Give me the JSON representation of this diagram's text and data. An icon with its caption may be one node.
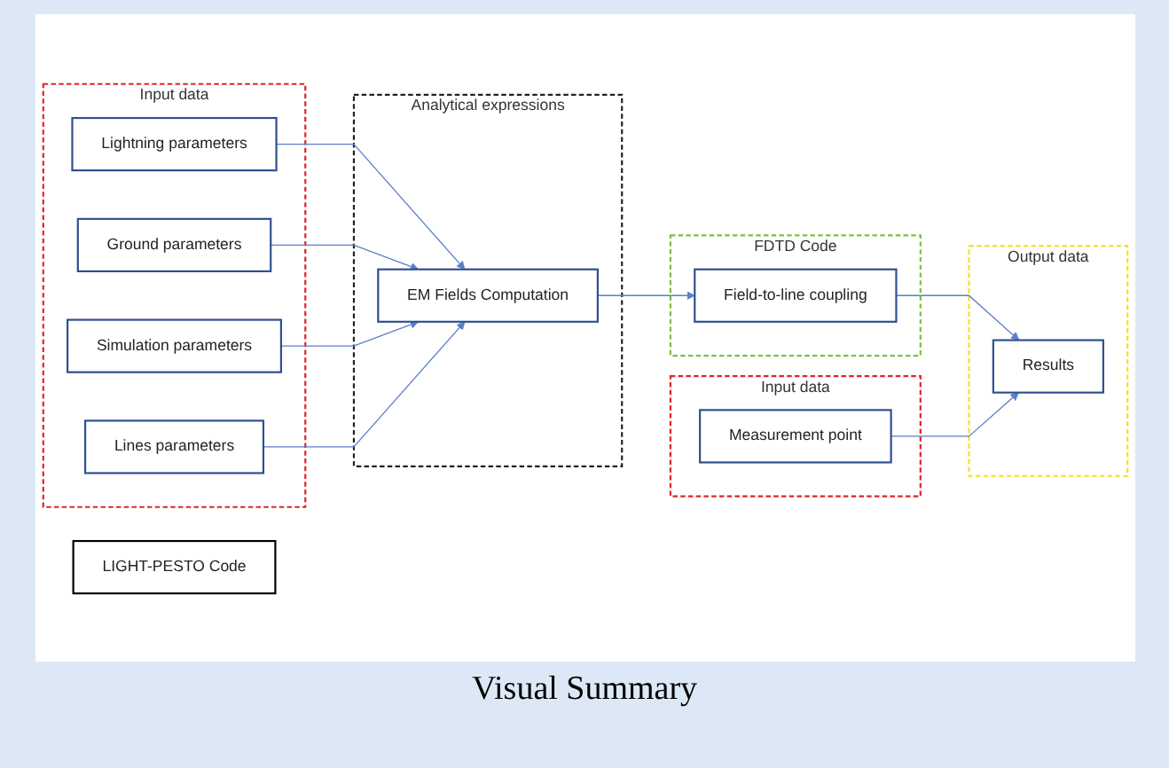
{
  "diagram": {
    "caption": "Visual Summary",
    "nodes": [
      {
        "text": [
          "Input data"
        ]
      },
      {
        "text": [
          "Lightning parameters"
        ],
        "in": 0
      },
      {
        "text": [
          "Ground parameters"
        ],
        "in": 0
      },
      {
        "text": [
          "Simulation parameters"
        ],
        "in": 0
      },
      {
        "text": [
          "Lines parameters"
        ],
        "in": 0
      },
      {
        "text": [
          "LIGHT-PESTO Code"
        ]
      },
      {
        "text": [
          "Analytical expressions"
        ]
      },
      {
        "text": [
          "EM Fields Computation"
        ],
        "in": 6
      },
      {
        "text": [
          "FDTD Code"
        ]
      },
      {
        "text": [
          "Field-to-line coupling"
        ],
        "in": 8
      },
      {
        "text": [
          "Output data"
        ]
      },
      {
        "text": [
          "Results"
        ],
        "in": 10
      },
      {
        "text": [
          "Input data"
        ]
      },
      {
        "text": [
          "Measurement point"
        ],
        "in": 12
      }
    ],
    "edges": [
      {
        "from": 1,
        "to": 7,
        "arrow": "to"
      },
      {
        "from": 2,
        "to": 7,
        "arrow": "to"
      },
      {
        "from": 3,
        "to": 7,
        "arrow": "to"
      },
      {
        "from": 4,
        "to": 7,
        "arrow": "to"
      },
      {
        "from": 7,
        "to": 9,
        "arrow": "to"
      },
      {
        "from": 9,
        "to": 11,
        "arrow": "to"
      },
      {
        "from": 13,
        "to": 11,
        "arrow": "to"
      }
    ]
  }
}
